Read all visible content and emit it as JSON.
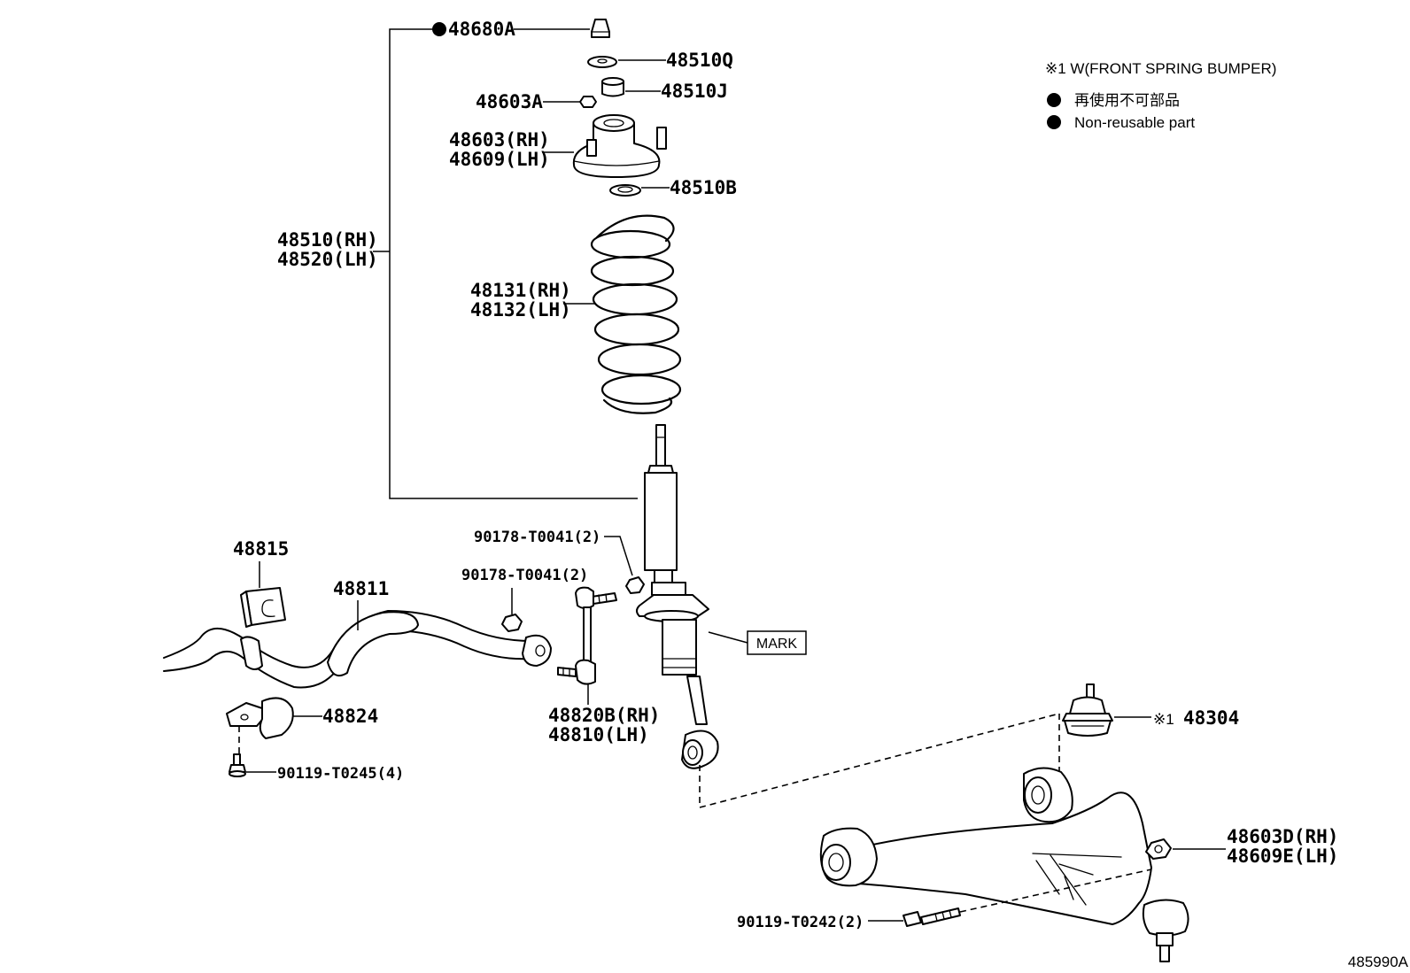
{
  "legend": {
    "note1": "※1 W(FRONT SPRING BUMPER)",
    "nonreusable_jp": "再使用不可部品",
    "nonreusable_en": "Non-reusable part"
  },
  "labels": {
    "p48680A": "48680A",
    "p48510Q": "48510Q",
    "p48510J": "48510J",
    "p48603A": "48603A",
    "p48603RH": "48603(RH)",
    "p48609LH": "48609(LH)",
    "p48510B": "48510B",
    "p48510RH": "48510(RH)",
    "p48520LH": "48520(LH)",
    "p48131RH": "48131(RH)",
    "p48132LH": "48132(LH)",
    "p90178a": "90178-T0041(2)",
    "p90178b": "90178-T0041(2)",
    "p48815": "48815",
    "p48811": "48811",
    "p48820BRH": "48820B(RH)",
    "p48810LH": "48810(LH)",
    "p48824": "48824",
    "p90119T0245": "90119-T0245(4)",
    "mark": "MARK",
    "p48304mark": "※1",
    "p48304": "48304",
    "p48603DRH": "48603D(RH)",
    "p48609ELH": "48609E(LH)",
    "p90119T0242": "90119-T0242(2)",
    "diagram_code": "485990A"
  }
}
